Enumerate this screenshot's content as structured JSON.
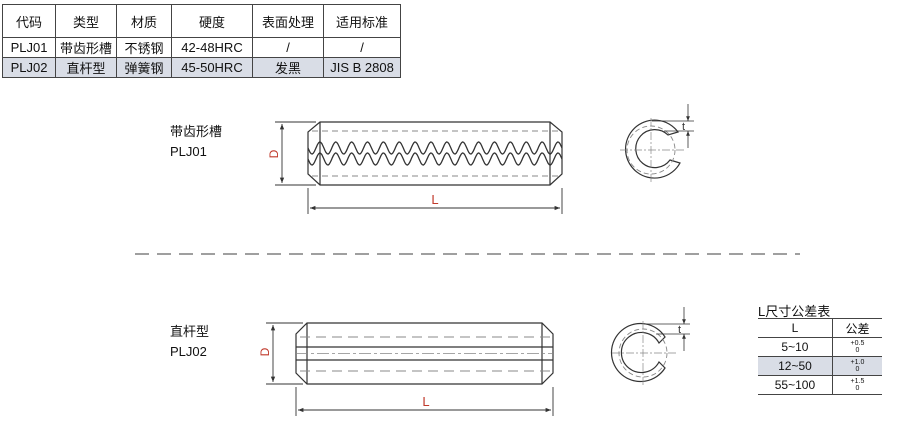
{
  "spec_table": {
    "headers": [
      "代码",
      "类型",
      "材质",
      "硬度",
      "表面处理",
      "适用标准"
    ],
    "rows": [
      [
        "PLJ01",
        "带齿形槽",
        "不锈钢",
        "42-48HRC",
        "/",
        "/"
      ],
      [
        "PLJ02",
        "直杆型",
        "弹簧钢",
        "45-50HRC",
        "发黑",
        "JIS B 2808"
      ]
    ]
  },
  "pin1": {
    "type": "带齿形槽",
    "code": "PLJ01",
    "dim_length": "L",
    "dim_diameter": "D",
    "dim_thickness": "t"
  },
  "pin2": {
    "type": "直杆型",
    "code": "PLJ02",
    "dim_length": "L",
    "dim_diameter": "D",
    "dim_thickness": "t"
  },
  "tolerance": {
    "title": "L尺寸公差表",
    "headers": [
      "L",
      "公差"
    ],
    "rows": [
      {
        "range": "5~10",
        "upper": "+0.5",
        "lower": "0"
      },
      {
        "range": "12~50",
        "upper": "+1.0",
        "lower": "0"
      },
      {
        "range": "55~100",
        "upper": "+1.5",
        "lower": "0"
      }
    ]
  },
  "colors": {
    "outline": "#333333",
    "dimension": "#c0392b",
    "hidden_line": "#888888",
    "row_highlight": "#d9dde6"
  }
}
